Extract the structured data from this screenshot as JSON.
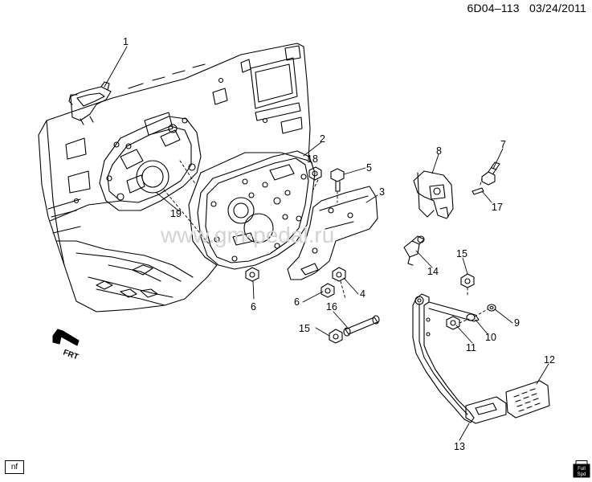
{
  "header": {
    "diagram_id": "6D04–113",
    "date": "03/24/2011"
  },
  "watermark": "www.gm-pedal.ru",
  "footer": {
    "nf_label": "nf",
    "logo_text": [
      "Full",
      "Spd"
    ]
  },
  "direction_label": "FRT",
  "callouts": [
    {
      "id": "c1",
      "label": "1"
    },
    {
      "id": "c2",
      "label": "2"
    },
    {
      "id": "c3",
      "label": "3"
    },
    {
      "id": "c4",
      "label": "4"
    },
    {
      "id": "c5",
      "label": "5"
    },
    {
      "id": "c6a",
      "label": "6"
    },
    {
      "id": "c6b",
      "label": "6"
    },
    {
      "id": "c7",
      "label": "7"
    },
    {
      "id": "c8",
      "label": "8"
    },
    {
      "id": "c9",
      "label": "9"
    },
    {
      "id": "c10",
      "label": "10"
    },
    {
      "id": "c11",
      "label": "11"
    },
    {
      "id": "c12",
      "label": "12"
    },
    {
      "id": "c13",
      "label": "13"
    },
    {
      "id": "c14",
      "label": "14"
    },
    {
      "id": "c15a",
      "label": "15"
    },
    {
      "id": "c15b",
      "label": "15"
    },
    {
      "id": "c16",
      "label": "16"
    },
    {
      "id": "c17",
      "label": "17"
    },
    {
      "id": "c18",
      "label": "18"
    },
    {
      "id": "c19",
      "label": "19"
    }
  ]
}
